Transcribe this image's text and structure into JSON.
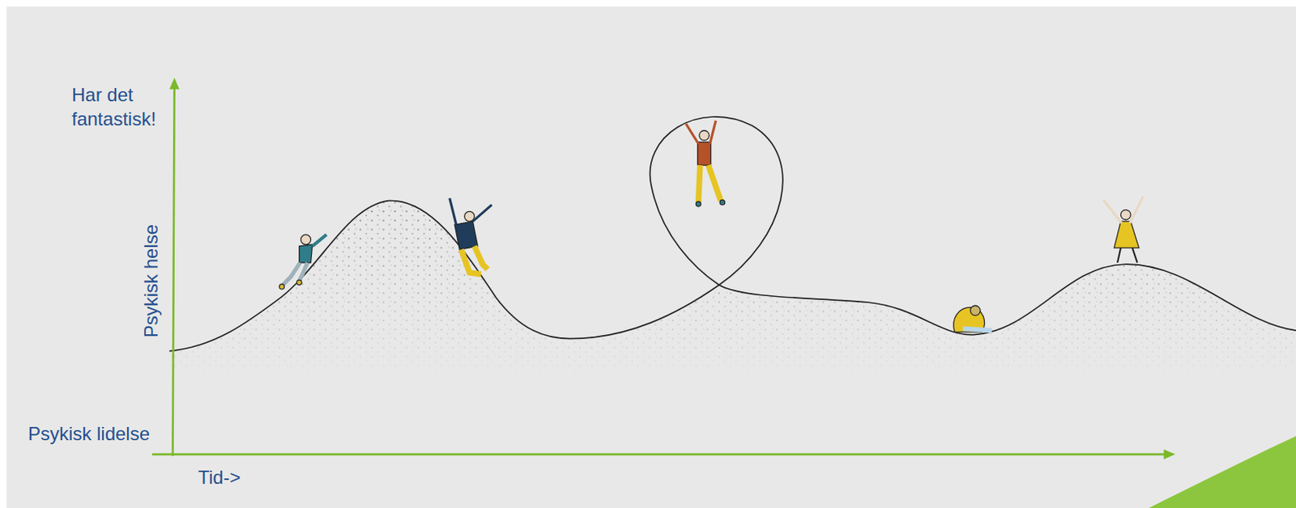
{
  "diagram": {
    "labels": [
      "Har det fantastisk!",
      "Psykisk helse",
      "Psykisk lidelse",
      "Tid->"
    ]
  }
}
